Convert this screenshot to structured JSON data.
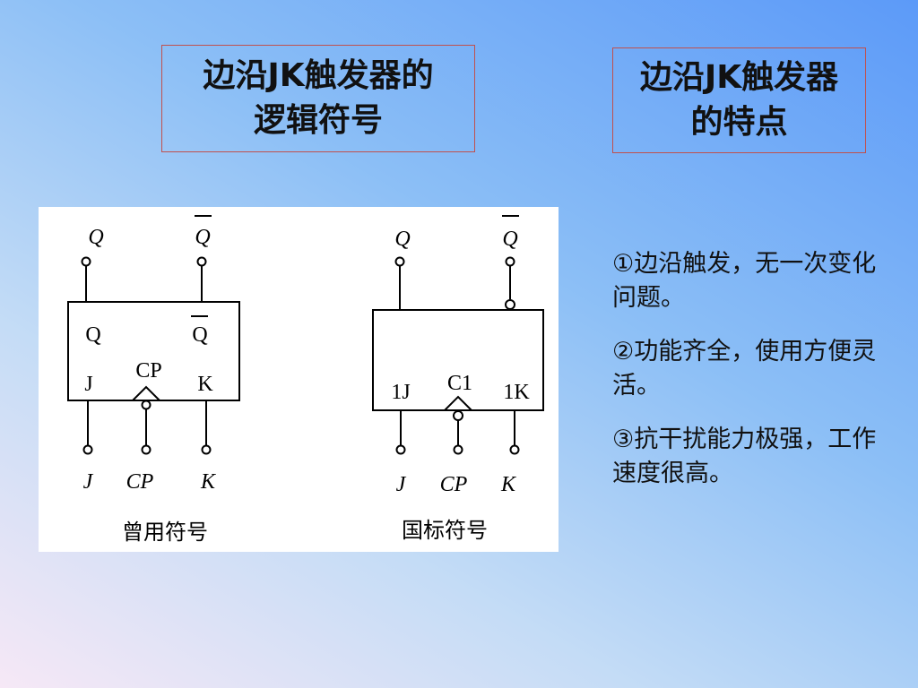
{
  "titles": {
    "symbol": "边沿JK触发器的逻辑符号",
    "features": "边沿JK触发器的特点"
  },
  "diagram": {
    "old_symbol": {
      "caption": "曾用符号",
      "out_q": "Q",
      "out_qbar": "Q",
      "box_q": "Q",
      "box_qbar": "Q",
      "box_j": "J",
      "box_k": "K",
      "box_cp": "CP",
      "in_j": "J",
      "in_cp": "CP",
      "in_k": "K"
    },
    "std_symbol": {
      "caption": "国标符号",
      "out_q": "Q",
      "out_qbar": "Q",
      "box_1j": "1J",
      "box_c1": "C1",
      "box_1k": "1K",
      "in_j": "J",
      "in_cp": "CP",
      "in_k": "K"
    }
  },
  "features": [
    "①边沿触发，无一次变化问题。",
    "②功能齐全，使用方便灵活。",
    "③抗干扰能力极强，工作速度很高。"
  ]
}
